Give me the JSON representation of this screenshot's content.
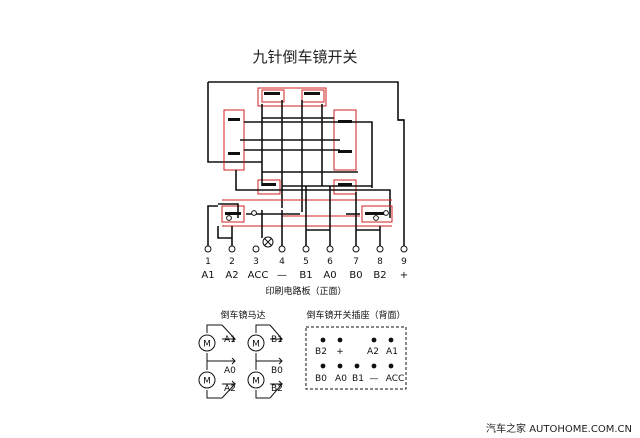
{
  "title": "九针倒车镜开关",
  "pins": [
    {
      "num": "1",
      "label": "A1"
    },
    {
      "num": "2",
      "label": "A2"
    },
    {
      "num": "3",
      "label": "ACC"
    },
    {
      "num": "4",
      "label": "—"
    },
    {
      "num": "5",
      "label": "B1"
    },
    {
      "num": "6",
      "label": "A0"
    },
    {
      "num": "7",
      "label": "B0"
    },
    {
      "num": "8",
      "label": "B2"
    },
    {
      "num": "9",
      "label": "+"
    }
  ],
  "board_caption": "印刷电路板（正面）",
  "motor_section": {
    "title": "倒车镜马达",
    "motor_symbol": "M",
    "left_labels": [
      "A1",
      "A0",
      "A2"
    ],
    "right_labels": [
      "B1",
      "B0",
      "B2"
    ]
  },
  "socket_section": {
    "title": "倒车镜开关插座（背面）",
    "top_row": [
      "B2",
      "+",
      "A2",
      "A1"
    ],
    "bottom_row": [
      "B0",
      "A0",
      "B1",
      "—",
      "ACC"
    ]
  },
  "watermark": "汽车之家 AUTOHOME.COM.CN",
  "colors": {
    "wire": "#111111",
    "trace": "#cc2222"
  }
}
